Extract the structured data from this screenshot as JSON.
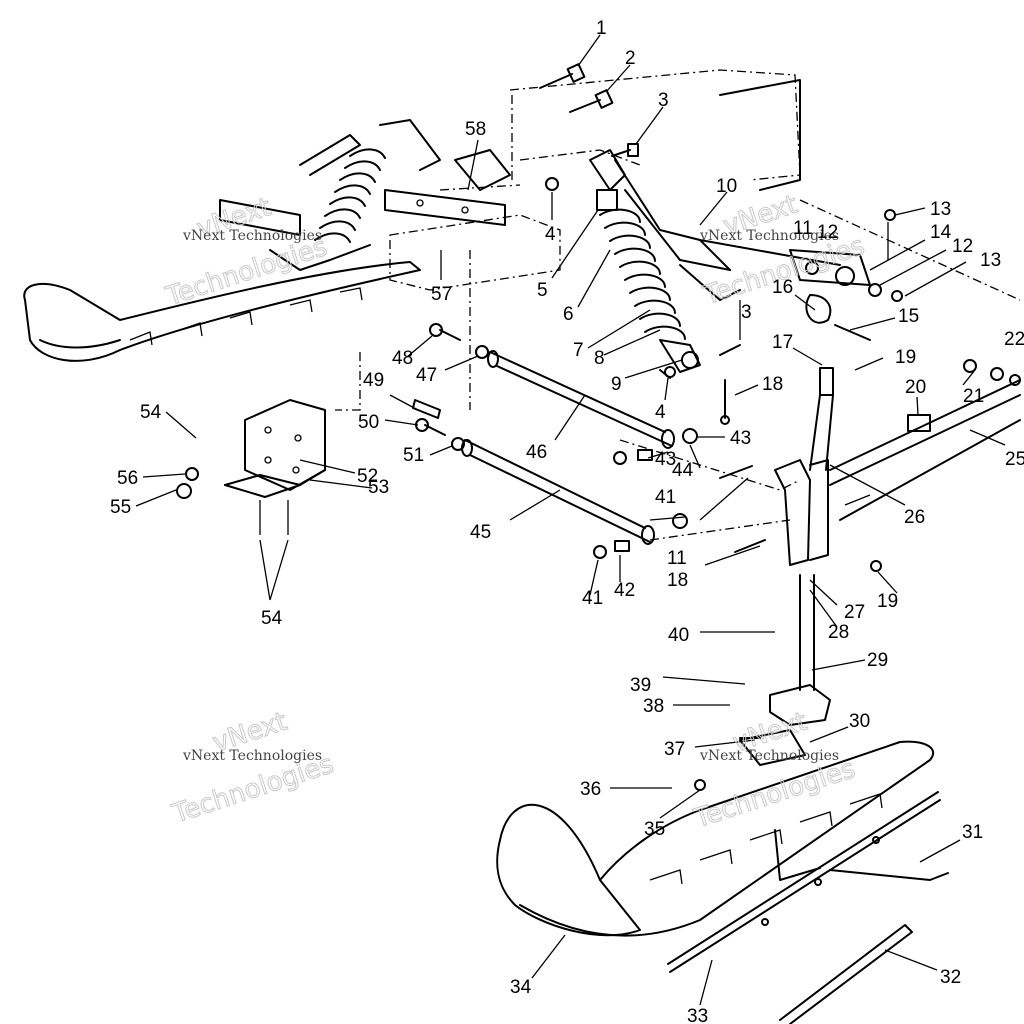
{
  "diagram": {
    "callouts": [
      "1",
      "2",
      "3",
      "4",
      "5",
      "6",
      "7",
      "8",
      "9",
      "3",
      "4",
      "10",
      "11",
      "12",
      "13",
      "14",
      "12",
      "13",
      "15",
      "16",
      "17",
      "18",
      "19",
      "20",
      "21",
      "22",
      "25",
      "26",
      "19",
      "27",
      "28",
      "29",
      "30",
      "31",
      "32",
      "33",
      "34",
      "35",
      "36",
      "37",
      "38",
      "39",
      "40",
      "41",
      "42",
      "41",
      "43",
      "44",
      "43",
      "45",
      "46",
      "47",
      "48",
      "49",
      "50",
      "51",
      "52",
      "53",
      "54",
      "54",
      "55",
      "56",
      "57",
      "58",
      "11",
      "18"
    ],
    "watermark": {
      "brand": "vNext",
      "line1": "vNext Technologies",
      "line2": "Technologies"
    }
  }
}
